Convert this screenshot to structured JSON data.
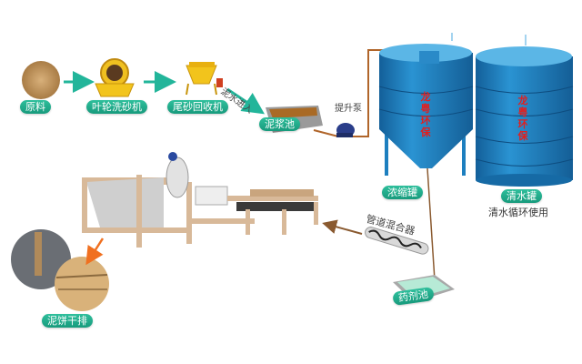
{
  "steps": {
    "raw": "原料",
    "washer": "叶轮洗砂机",
    "recycler": "尾砂回收机",
    "mud_in": "泥水进入",
    "slurry_pool": "泥浆池",
    "pump": "提升泵",
    "thickener": "浓缩罐",
    "clear_tank": "清水罐",
    "clear_reuse": "清水循环使用",
    "mixer": "管道混合器",
    "chem_pool": "药剂池",
    "cake": "泥饼干排"
  },
  "tank_text": [
    "龙",
    "粤",
    "环",
    "保"
  ],
  "colors": {
    "label_green": "#1fa886",
    "tank_blue": "#1d7fbf",
    "pipe_brown": "#b0652a",
    "arrow_teal": "#22b59a",
    "arrow_orange": "#f07020",
    "tank_text": "#e02020"
  }
}
